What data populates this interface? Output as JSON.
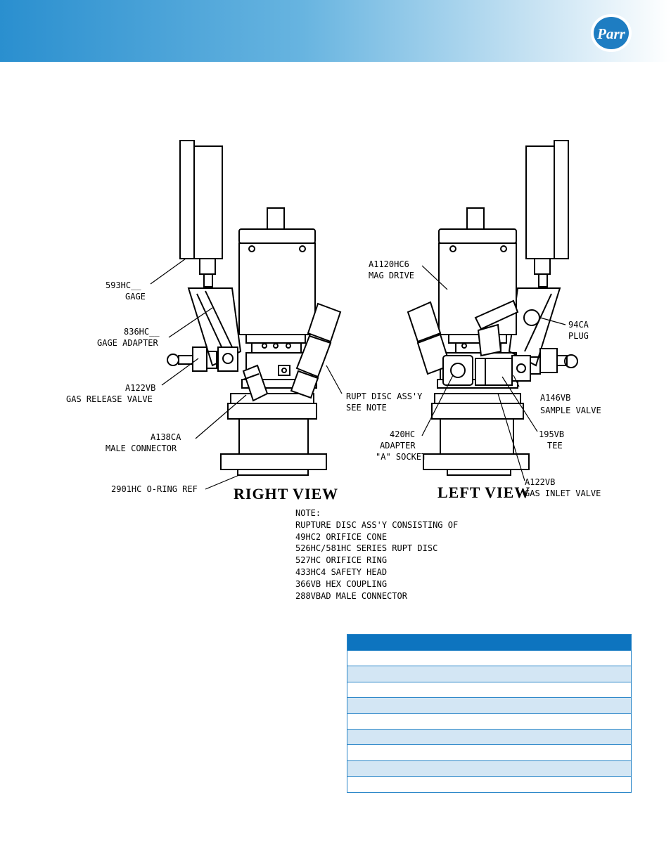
{
  "brand": {
    "logo_text": "Parr",
    "banner_color": "#2a8fcf",
    "accent": "#0d74bf"
  },
  "right_view": {
    "title": "RIGHT VIEW",
    "callouts": [
      {
        "part": "593HC__",
        "desc": "GAGE"
      },
      {
        "part": "836HC__",
        "desc": "GAGE ADAPTER"
      },
      {
        "part": "A122VB",
        "desc": "GAS RELEASE VALVE"
      },
      {
        "part": "A138CA",
        "desc": "MALE CONNECTOR"
      },
      {
        "part": "2901HC O-RING REF",
        "desc": ""
      },
      {
        "part": "RUPT DISC ASS'Y",
        "desc": "SEE NOTE"
      }
    ]
  },
  "left_view": {
    "title": "LEFT VIEW",
    "callouts": [
      {
        "part": "A1120HC6",
        "desc": "MAG DRIVE"
      },
      {
        "part": "94CA",
        "desc": "PLUG"
      },
      {
        "part": "A146VB",
        "desc": "SAMPLE VALVE"
      },
      {
        "part": "195VB",
        "desc": "TEE"
      },
      {
        "part": "420HC",
        "desc": "ADAPTER",
        "desc2": "\"A\" SOCKET"
      },
      {
        "part": "A122VB",
        "desc": "GAS INLET VALVE"
      }
    ]
  },
  "note": {
    "heading": "NOTE:",
    "lines": [
      "RUPTURE DISC ASS'Y CONSISTING OF",
      "49HC2 ORIFICE CONE",
      "526HC/581HC SERIES RUPT DISC",
      "527HC ORIFICE RING",
      "433HC4 SAFETY HEAD",
      "366VB HEX COUPLING",
      "288VBAD MALE CONNECTOR"
    ]
  },
  "parts_table": {
    "header": "",
    "rows": [
      "",
      "",
      "",
      "",
      "",
      "",
      "",
      "",
      ""
    ]
  }
}
